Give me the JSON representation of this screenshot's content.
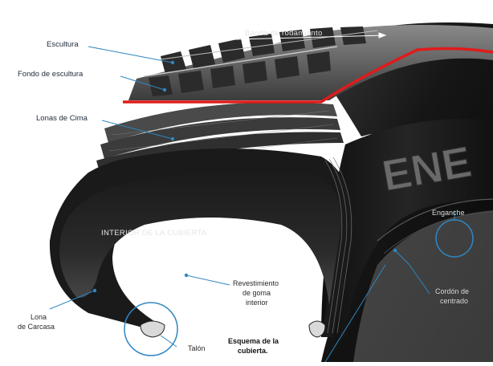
{
  "labels": {
    "escultura": "Escultura",
    "fondo_escultura": "Fondo de escultura",
    "lonas_cima": "Lonas de Cima",
    "banda_rodamiento": "Banda de rodamiento",
    "interior_cubierta": "INTERIOR DE LA CUBIERTA",
    "revestimiento_1": "Revestimiento",
    "revestimiento_2": "de goma",
    "revestimiento_3": "interior",
    "lona_carcasa_1": "Lona",
    "lona_carcasa_2": "de Carcasa",
    "talon": "Talón",
    "esquema_1": "Esquema de la",
    "esquema_2": "cubierta.",
    "enganche": "Enganche",
    "cordon_1": "Cordón de",
    "cordon_2": "centrado",
    "sidewall_brand": "ENE"
  },
  "colors": {
    "leader": "#2e86c1",
    "highlight_red": "#e01b1b",
    "rubber_dark": "#111111",
    "rubber_mid": "#2b2b2b",
    "tread_grey": "#5f5f5f"
  }
}
